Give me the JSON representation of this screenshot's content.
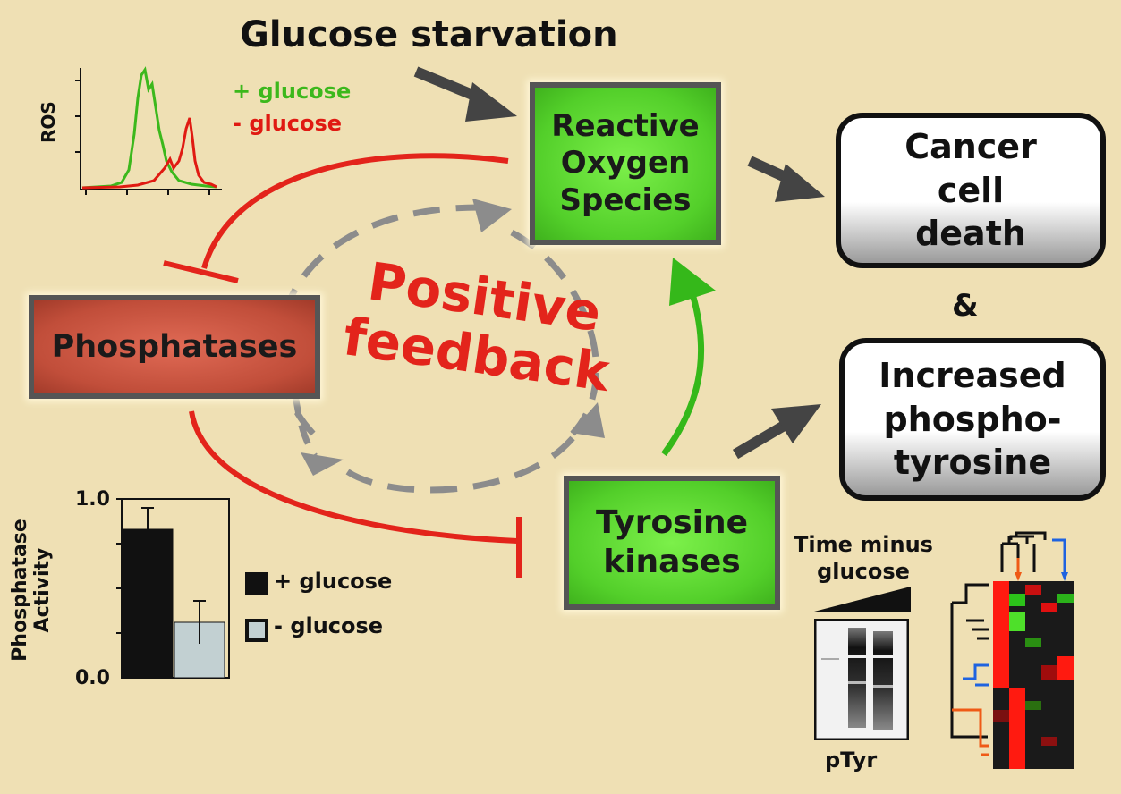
{
  "header": {
    "title": "Glucose starvation"
  },
  "nodes": {
    "ros": "Reactive\nOxygen\nSpecies",
    "phosphatases": "Phosphatases",
    "tyrosine_kinases": "Tyrosine\nkinases",
    "cancer_cell_death": "Cancer\ncell\ndeath",
    "increased_ptyr": "Increased\nphospho-\ntyrosine",
    "ampersand": "&"
  },
  "feedback_label": "Positive\nfeedback",
  "ros_histogram": {
    "ylabel": "ROS",
    "legend": [
      {
        "label": "+ glucose",
        "color": "#3cb81c"
      },
      {
        "label": "- glucose",
        "color": "#e01a12"
      }
    ]
  },
  "phosphatase_chart": {
    "ylabel": "Phosphatase\nActivity",
    "yticks": [
      "1.0",
      "0.0"
    ],
    "ylim": [
      0,
      1
    ],
    "bars": [
      {
        "label": "+ glucose",
        "value": 0.83,
        "error": 0.12,
        "color": "#111111"
      },
      {
        "label": "- glucose",
        "value": 0.31,
        "error": 0.12,
        "color": "#c2d0d2"
      }
    ]
  },
  "western_blot": {
    "title": "Time minus\nglucose",
    "label": "pTyr"
  },
  "colors": {
    "background": "#efe0b4",
    "inhibition": "#e3241b",
    "activation_green": "#35b81a",
    "arrow_gray": "#444444",
    "dashed_gray": "#8c8c8c"
  }
}
